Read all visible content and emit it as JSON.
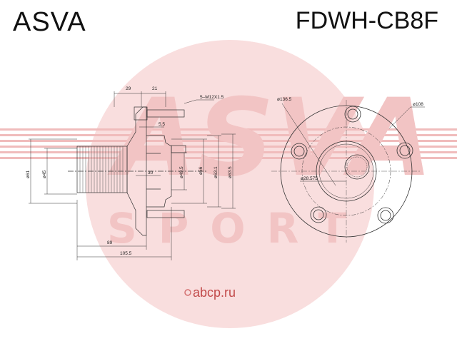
{
  "header": {
    "brand": "ASVA",
    "part_number": "FDWH-CB8F"
  },
  "watermark": {
    "logo_text": "ASVA",
    "sub_text": "SPORT",
    "site": "abcp.ru",
    "color": "#e8a0a0"
  },
  "side_view": {
    "dims": {
      "d29": "29",
      "d21": "21",
      "thread": "5–M12X1.5",
      "d5_5": "5.5",
      "d61": "ø61",
      "d45": "ø45",
      "d30": "30",
      "d49_5": "ø49.5",
      "d56": "ø56",
      "d63_1": "ø63.1",
      "d63_5": "ø63.5",
      "d89": "89",
      "d105_5": "105.5"
    }
  },
  "front_view": {
    "dims": {
      "d136_5": "ø136.5",
      "d108": "ø108",
      "d28_575": "ø28.575"
    }
  },
  "colors": {
    "line": "#333333",
    "hatch": "#555555"
  }
}
